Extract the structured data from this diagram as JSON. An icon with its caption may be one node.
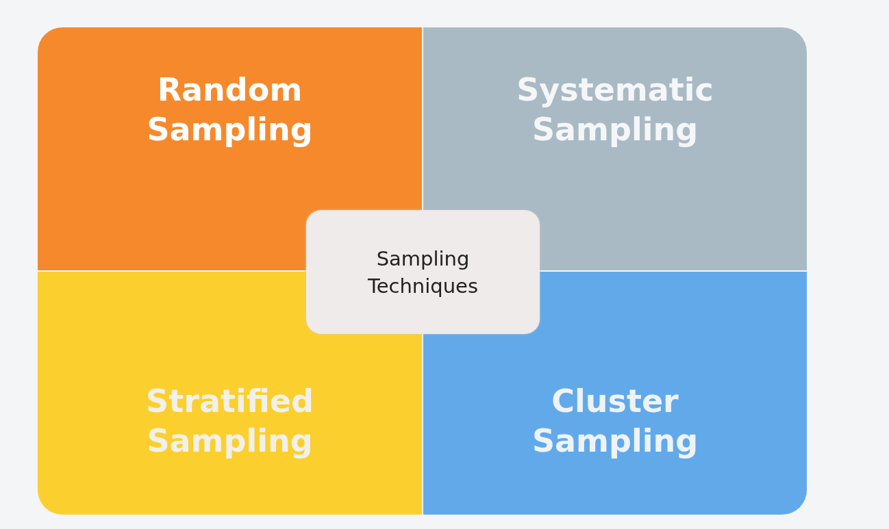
{
  "diagram": {
    "nodes": [
      {
        "text": [
          "Random Sampling"
        ]
      },
      {
        "text": [
          "Systematic Sampling"
        ]
      },
      {
        "text": [
          "Sampling Techniques"
        ]
      },
      {
        "text": [
          "Stratified Sampling"
        ]
      },
      {
        "text": [
          "Cluster Sampling"
        ]
      }
    ]
  }
}
